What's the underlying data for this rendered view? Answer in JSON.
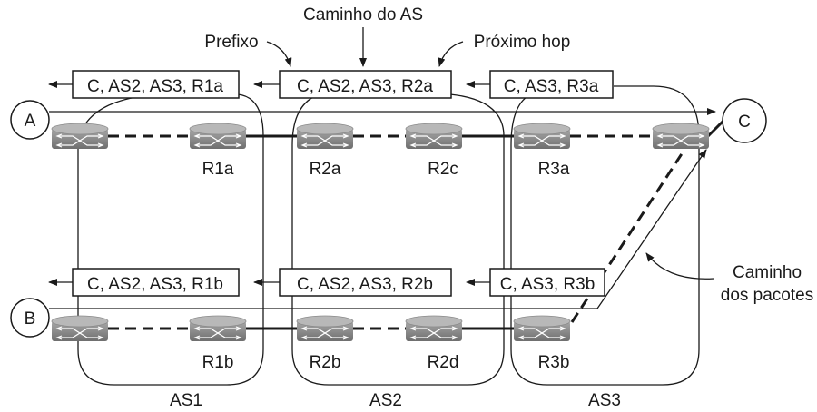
{
  "callouts": {
    "as_path": "Caminho do AS",
    "prefix": "Prefixo",
    "next_hop": "Próximo hop",
    "packet_path_1": "Caminho",
    "packet_path_2": "dos pacotes"
  },
  "hosts": {
    "a": "A",
    "b": "B",
    "c": "C"
  },
  "routes_top": [
    "C, AS2, AS3, R1a",
    "C, AS2, AS3, R2a",
    "C, AS3, R3a"
  ],
  "routes_bottom": [
    "C, AS2, AS3, R1b",
    "C, AS2, AS3, R2b",
    "C, AS3, R3b"
  ],
  "routers_top": [
    "R1a",
    "R2a",
    "R2c",
    "R3a"
  ],
  "routers_bottom": [
    "R1b",
    "R2b",
    "R2d",
    "R3b"
  ],
  "as_labels": [
    "AS1",
    "AS2",
    "AS3"
  ]
}
